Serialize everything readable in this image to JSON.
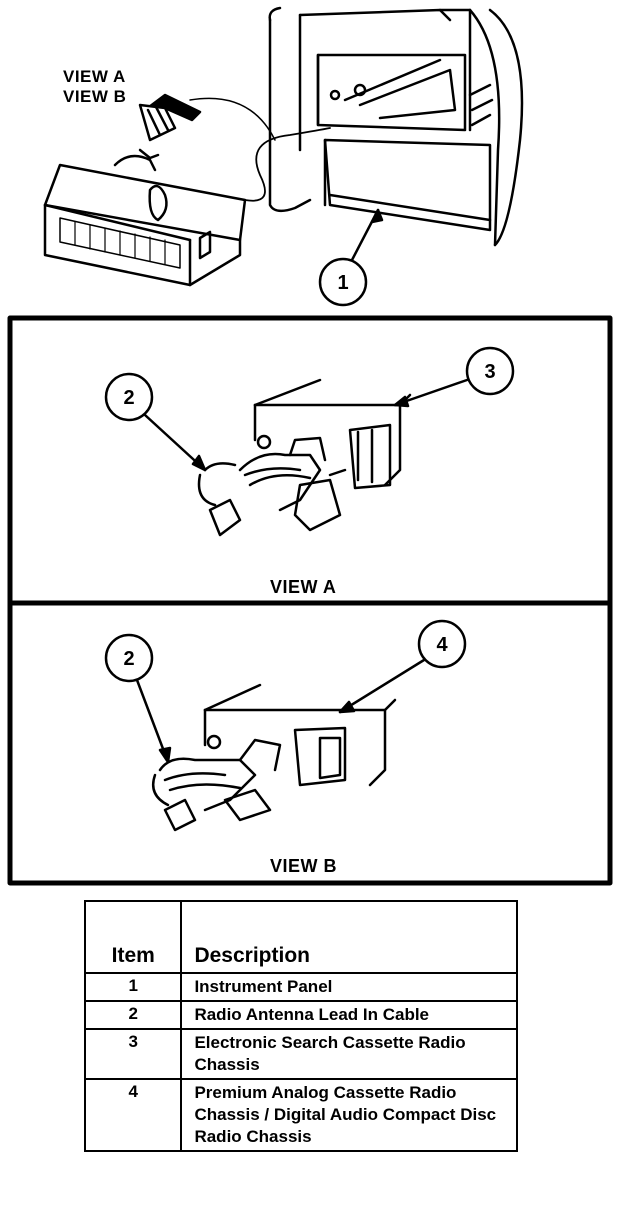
{
  "top_labels": {
    "view_a": "VIEW A",
    "view_b": "VIEW B"
  },
  "callouts": {
    "c1": "1",
    "c2a": "2",
    "c3": "3",
    "c2b": "2",
    "c4": "4"
  },
  "panels": {
    "a_caption": "VIEW A",
    "b_caption": "VIEW B"
  },
  "legend": {
    "headers": {
      "item": "Item",
      "description": "Description"
    },
    "rows": [
      {
        "item": "1",
        "description": "Instrument Panel"
      },
      {
        "item": "2",
        "description": "Radio Antenna Lead In Cable"
      },
      {
        "item": "3",
        "description": "Electronic Search Cassette Radio Chassis"
      },
      {
        "item": "4",
        "description": "Premium Analog Cassette Radio Chassis / Digital Audio Compact Disc Radio Chassis"
      }
    ]
  }
}
